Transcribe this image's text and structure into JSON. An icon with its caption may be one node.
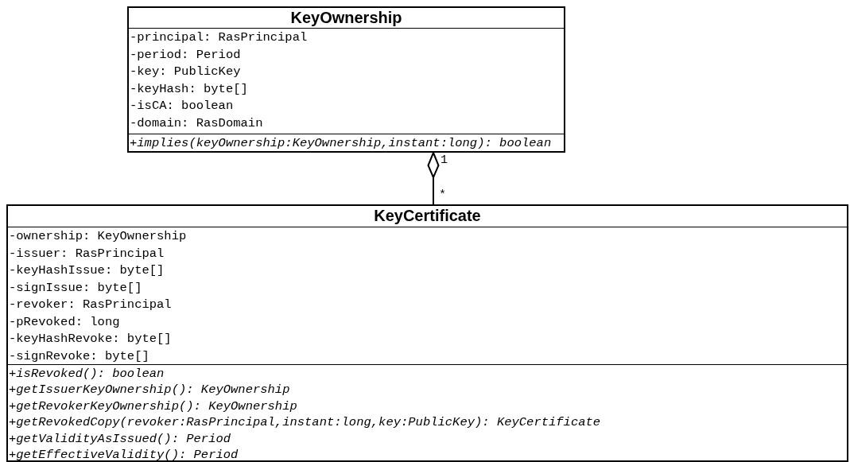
{
  "diagram": {
    "nodes": [
      {
        "text": [
          "KeyOwnership"
        ]
      },
      {
        "text": [
          "-principal: RasPrincipal",
          "-period: Period",
          "-key: PublicKey",
          "-keyHash: byte[]",
          "-isCA: boolean",
          "-domain: RasDomain"
        ],
        "in": 0
      },
      {
        "text": [
          "+implies(keyOwnership:KeyOwnership,instant:long): boolean"
        ],
        "in": 0
      },
      {
        "text": [
          "KeyCertificate"
        ]
      },
      {
        "text": [
          "-ownership: KeyOwnership",
          "-issuer: RasPrincipal",
          "-keyHashIssue: byte[]",
          "-signIssue: byte[]",
          "-revoker: RasPrincipal",
          "-pRevoked: long",
          "-keyHashRevoke: byte[]",
          "-signRevoke: byte[]"
        ],
        "in": 3
      },
      {
        "text": [
          "+isRevoked(): boolean",
          "+getIssuerKeyOwnership(): KeyOwnership",
          "+getRevokerKeyOwnership(): KeyOwnership",
          "+getRevokedCopy(revoker:RasPrincipal,instant:long,key:PublicKey): KeyCertificate",
          "+getValidityAsIssued(): Period",
          "+getEffectiveValidity(): Period"
        ],
        "in": 3
      }
    ],
    "edges": [
      {
        "from": 3,
        "to": 0,
        "arrow": "other"
      }
    ],
    "labels": [
      "1",
      "*"
    ]
  }
}
